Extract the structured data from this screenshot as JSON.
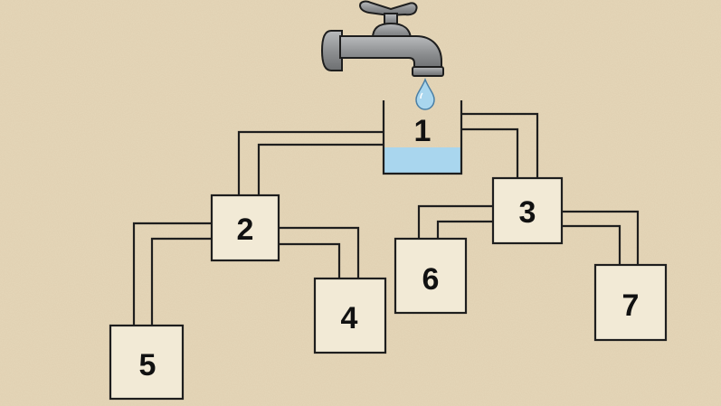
{
  "colors": {
    "background": "#e6d7b9",
    "water": "#a9d6ee",
    "faucet": "#8f9193",
    "outline": "#1e1e1e"
  },
  "icons": {
    "faucet": "faucet-icon",
    "drop": "water-drop-icon"
  },
  "containers": {
    "c1": "1",
    "c2": "2",
    "c3": "3",
    "c4": "4",
    "c5": "5",
    "c6": "6",
    "c7": "7"
  }
}
